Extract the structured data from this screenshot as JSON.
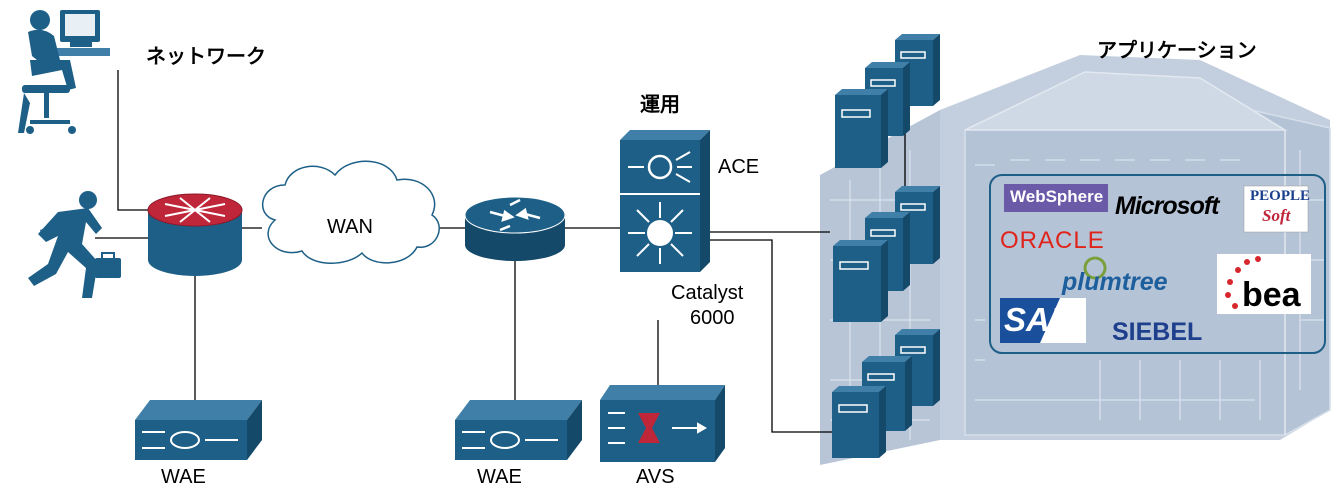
{
  "labels": {
    "network": "ネットワーク",
    "operations": "運用",
    "applications": "アプリケーション",
    "wan": "WAN",
    "ace": "ACE",
    "catalyst_line1": "Catalyst",
    "catalyst_line2": "6000",
    "wae_left": "WAE",
    "wae_right": "WAE",
    "avs": "AVS"
  },
  "logos": {
    "websphere": "WebSphere",
    "microsoft": "Microsoft",
    "peoplesoft_line1": "PEOPLE",
    "peoplesoft_line2": "Soft",
    "oracle": "ORACLE",
    "plumtree": "plumtree",
    "bea": "bea",
    "sap": "SAP",
    "siebel": "SIEBEL"
  },
  "colors": {
    "device_blue": "#1d5f87",
    "device_dark": "#15496a",
    "router_red": "#c0263a",
    "building": "#b8c5d6",
    "building_dark": "#9eadc2",
    "line": "#000000"
  }
}
